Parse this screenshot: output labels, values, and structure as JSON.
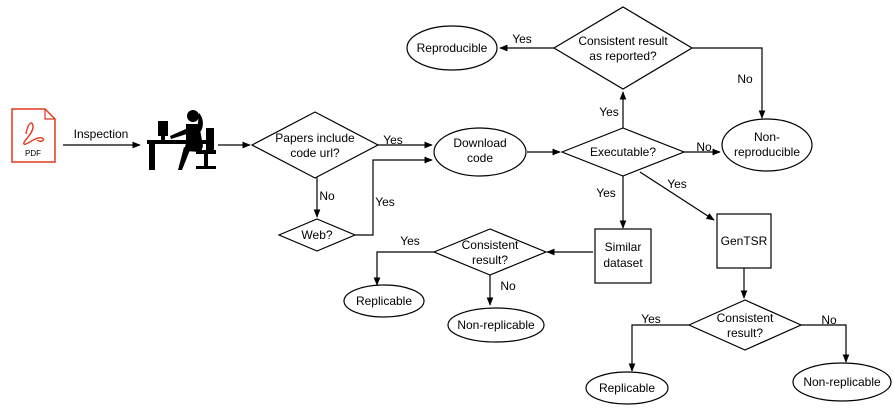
{
  "pdf_icon": {
    "badge": "PDF",
    "accent": "#e0391f"
  },
  "nodes": {
    "papers_include": [
      "Papers include",
      "code url?"
    ],
    "web": "Web?",
    "download_code": [
      "Download",
      "code"
    ],
    "executable": "Executable?",
    "consistent_reported": [
      "Consistent result",
      "as reported?"
    ],
    "reproducible": "Reproducible",
    "non_reproducible": [
      "Non-",
      "reproducible"
    ],
    "similar_dataset": [
      "Similar",
      "dataset"
    ],
    "consistent_left": [
      "Consistent",
      "result?"
    ],
    "replicable_left": "Replicable",
    "non_replicable_left": "Non-replicable",
    "gentsr": "GenTSR",
    "consistent_right": [
      "Consistent",
      "result?"
    ],
    "replicable_right": "Replicable",
    "non_replicable_right": "Non-replicable"
  },
  "edge_labels": {
    "inspection": "Inspection",
    "papers_yes": "Yes",
    "papers_no": "No",
    "web_yes": "Yes",
    "exec_yes_up": "Yes",
    "exec_no": "No",
    "exec_yes_down": "Yes",
    "exec_yes_diag": "Yes",
    "reported_yes": "Yes",
    "reported_no": "No",
    "left_yes": "Yes",
    "left_no": "No",
    "right_yes": "Yes",
    "right_no": "No"
  }
}
